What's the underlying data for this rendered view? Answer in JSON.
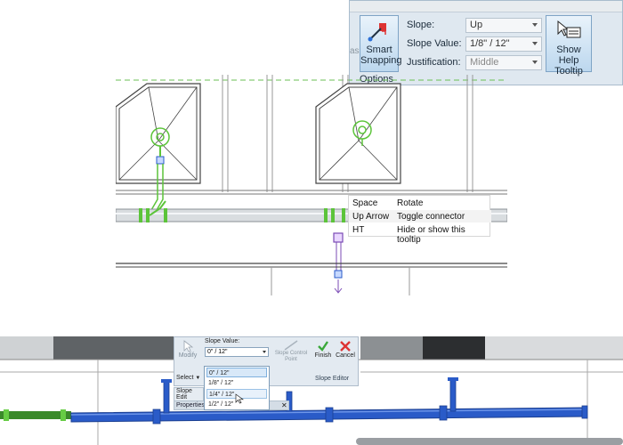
{
  "options_ribbon": {
    "left_edge_text": "as",
    "smart_snapping": "Smart Snapping",
    "slope_label": "Slope:",
    "slope_value": "Up",
    "slope_value_label": "Slope Value:",
    "slope_value_value": "1/8\" / 12\"",
    "justification_label": "Justification:",
    "justification_value": "Middle",
    "help_tooltip": "Show Help Tooltip",
    "footer": "Options"
  },
  "shortcut_tooltip": {
    "rows": [
      {
        "key": "Space",
        "desc": "Rotate"
      },
      {
        "key": "Up Arrow",
        "desc": "Toggle connector"
      },
      {
        "key": "HT",
        "desc": "Hide or show this tooltip"
      }
    ]
  },
  "slope_editor": {
    "modify": "Modify",
    "slope_value_label": "Slope Value:",
    "slope_value_current": "0\" / 12\"",
    "slope_control_point": "Slope Control Point",
    "finish": "Finish",
    "cancel": "Cancel",
    "select": "Select",
    "panel_title": "Slope Editor",
    "options": [
      "0\" / 12\"",
      "1/8\" / 12\"",
      "1/4\" / 12\"",
      "1/2\" / 12\""
    ],
    "side_panel_item": "Slope Edit",
    "properties_tab": "Properties"
  },
  "colors": {
    "pipe_green": "#5cc43a",
    "pipe_blue": "#2a5bc8",
    "ribbon_bg": "#dfe8f0",
    "connector_purple": "#7b4bb5"
  }
}
